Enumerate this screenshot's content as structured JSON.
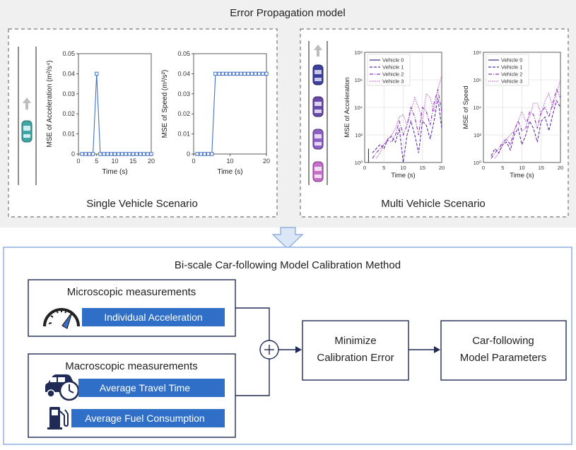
{
  "top_panel": {
    "title": "Error Propagation model",
    "single": {
      "caption": "Single Vehicle Scenario",
      "chart_data": [
        {
          "type": "line",
          "xlabel": "Time (s)",
          "ylabel": "MSE of Acceleration (m²/s⁴)",
          "xlim": [
            0,
            20
          ],
          "ylim": [
            0,
            0.05
          ],
          "xticks": [
            "0",
            "5",
            "10",
            "15",
            "20"
          ],
          "yticks": [
            "0",
            "0.01",
            "0.02",
            "0.03",
            "0.04",
            "0.05"
          ],
          "x": [
            1,
            2,
            3,
            4,
            5,
            6,
            7,
            8,
            9,
            10,
            11,
            12,
            13,
            14,
            15,
            16,
            17,
            18,
            19,
            20
          ],
          "values": [
            0,
            0,
            0,
            0,
            0.04,
            0,
            0,
            0,
            0,
            0,
            0,
            0,
            0,
            0,
            0,
            0,
            0,
            0,
            0,
            0
          ]
        },
        {
          "type": "line",
          "xlabel": "Time (s)",
          "ylabel": "MSE of Speed (m²/s²)",
          "xlim": [
            0,
            20
          ],
          "ylim": [
            0,
            0.05
          ],
          "xticks": [
            "0",
            "10",
            "20"
          ],
          "yticks": [
            "0",
            "0.01",
            "0.02",
            "0.03",
            "0.04",
            "0.05"
          ],
          "x": [
            1,
            2,
            3,
            4,
            5,
            6,
            7,
            8,
            9,
            10,
            11,
            12,
            13,
            14,
            15,
            16,
            17,
            18,
            19,
            20
          ],
          "values": [
            0,
            0,
            0,
            0,
            0,
            0.04,
            0.04,
            0.04,
            0.04,
            0.04,
            0.04,
            0.04,
            0.04,
            0.04,
            0.04,
            0.04,
            0.04,
            0.04,
            0.04,
            0.04
          ]
        }
      ]
    },
    "multi": {
      "caption": "Multi Vehicle Scenario",
      "chart_data": [
        {
          "type": "line",
          "scale": "log",
          "xlabel": "Time (s)",
          "ylabel": "MSE of Acceleration",
          "xlim": [
            0,
            20
          ],
          "ylim": [
            1,
            100000000
          ],
          "xticks": [
            "0",
            "5",
            "10",
            "15",
            "20"
          ],
          "yticks": [
            "10⁰",
            "10²",
            "10⁴",
            "10⁶",
            "10⁸"
          ],
          "legend_position": "top-left",
          "series": [
            {
              "name": "Vehicle 0",
              "style": "solid",
              "x": [
                1,
                1,
                1
              ],
              "values": [
                1,
                10,
                1
              ]
            },
            {
              "name": "Vehicle 1",
              "style": "dashed",
              "x": [
                2,
                3,
                4,
                5,
                6,
                7,
                8,
                9,
                10,
                11,
                12,
                13,
                14,
                15,
                16,
                17,
                18,
                19,
                20
              ],
              "values": [
                5,
                10,
                20,
                10,
                50,
                80,
                30,
                300,
                1,
                100,
                1000,
                100,
                5,
                1000,
                500,
                50,
                1000,
                50000,
                300
              ]
            },
            {
              "name": "Vehicle 2",
              "style": "dashdot",
              "x": [
                2,
                3,
                4,
                5,
                6,
                7,
                8,
                9,
                10,
                11,
                12,
                13,
                14,
                15,
                16,
                17,
                18,
                19,
                20
              ],
              "values": [
                2,
                5,
                10,
                20,
                40,
                30,
                100,
                1000,
                100,
                500,
                10000,
                2000,
                100,
                10000,
                5000,
                500,
                20000,
                200000,
                5000
              ]
            },
            {
              "name": "Vehicle 3",
              "style": "dotted",
              "x": [
                3,
                4,
                5,
                6,
                7,
                8,
                9,
                10,
                11,
                12,
                13,
                14,
                15,
                16,
                17,
                18,
                19,
                20
              ],
              "values": [
                2,
                5,
                20,
                50,
                100,
                300,
                2000,
                3000,
                500,
                5000,
                50000,
                10000,
                1000,
                100000,
                50000,
                5000,
                200000,
                2000000
              ]
            }
          ]
        },
        {
          "type": "line",
          "scale": "log",
          "xlabel": "Time (s)",
          "ylabel": "MSE of Speed",
          "xlim": [
            0,
            20
          ],
          "ylim": [
            1,
            100000000
          ],
          "xticks": [
            "0",
            "5",
            "10",
            "15",
            "20"
          ],
          "yticks": [
            "10⁰",
            "10²",
            "10⁴",
            "10⁶",
            "10⁸"
          ],
          "legend_position": "top-left",
          "series": [
            {
              "name": "Vehicle 0",
              "style": "solid",
              "x": [],
              "values": []
            },
            {
              "name": "Vehicle 1",
              "style": "dashed",
              "x": [
                2,
                3,
                4,
                5,
                6,
                7,
                8,
                9,
                10,
                11,
                12,
                13,
                14,
                15,
                16,
                17,
                18,
                19,
                20
              ],
              "values": [
                3,
                10,
                5,
                20,
                30,
                8,
                100,
                300,
                20,
                100,
                1000,
                300,
                30,
                1000,
                2000,
                200,
                3000,
                30000,
                10000
              ]
            },
            {
              "name": "Vehicle 2",
              "style": "dashdot",
              "x": [
                2,
                3,
                4,
                5,
                6,
                7,
                8,
                9,
                10,
                11,
                12,
                13,
                14,
                15,
                16,
                17,
                18,
                19,
                20
              ],
              "values": [
                2,
                5,
                10,
                30,
                50,
                20,
                200,
                1000,
                200,
                300,
                5000,
                3000,
                300,
                5000,
                10000,
                2000,
                20000,
                200000,
                50000
              ]
            },
            {
              "name": "Vehicle 3",
              "style": "dotted",
              "x": [
                3,
                4,
                5,
                6,
                7,
                8,
                9,
                10,
                11,
                12,
                13,
                14,
                15,
                16,
                17,
                18,
                19,
                20
              ],
              "values": [
                2,
                5,
                20,
                50,
                100,
                200,
                1000,
                5000,
                1000,
                2000,
                20000,
                20000,
                3000,
                30000,
                100000,
                10000,
                100000,
                1000000,
                3000000
              ]
            }
          ]
        }
      ]
    }
  },
  "bottom_panel": {
    "title": "Bi-scale Car-following Model Calibration Method",
    "micro": {
      "title": "Microscopic measurements",
      "items": [
        "Individual Acceleration"
      ]
    },
    "macro": {
      "title": "Macroscopic measurements",
      "items": [
        "Average Travel Time",
        "Average Fuel Consumption"
      ]
    },
    "minimize": {
      "line1": "Minimize",
      "line2": "Calibration Error"
    },
    "output": {
      "line1": "Car-following",
      "line2": "Model Parameters"
    }
  },
  "icons": [
    "speedometer-icon",
    "car-clock-icon",
    "fuel-pump-icon",
    "plus-circle-icon",
    "down-arrow-icon",
    "up-arrow-icon",
    "car-icon"
  ],
  "colors": {
    "bar_blue": "#2f6fc8",
    "line_blue": "#4472c4",
    "purple": "#7b2fbe",
    "magenta": "#b030c0",
    "navy": "#1f2a6e",
    "panel_bg": "#f0f0f0"
  }
}
